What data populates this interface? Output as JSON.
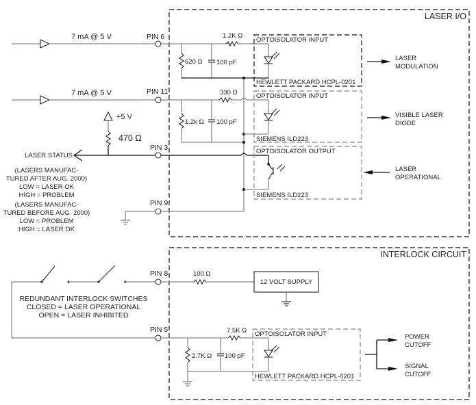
{
  "sections": {
    "laser_io": {
      "title": "LASER I/O"
    },
    "interlock": {
      "title": "INTERLOCK CIRCUIT"
    }
  },
  "inputs": [
    {
      "pin": "PIN 6",
      "signal": "7 mA @ 5 V"
    },
    {
      "pin": "PIN 11",
      "signal": "7 mA @ 5 V"
    }
  ],
  "pins": {
    "pin3": "PIN 3",
    "pin9": "PIN 9",
    "pin8": "PIN 8",
    "pin5": "PIN 5"
  },
  "laser_status": {
    "label": "LASER STATUS",
    "supply": "+5 V",
    "pullup": "470  Ω",
    "notes_after": [
      "(LASERS MANUFAC-",
      "TURED AFTER AUG. 2000)",
      "LOW = LASER OK",
      "HIGH = PROBLEM"
    ],
    "notes_before": [
      "(LASERS MANUFAC-",
      "TURED BEFORE AUG. 2000)",
      "LOW = PROBLEM",
      "HIGH = LASER OK"
    ]
  },
  "components": {
    "r_pin6_series": "1.2K Ω",
    "r_pin6_shunt": "620 Ω",
    "c_pin6": "100 pF",
    "r_pin11_series": "330 Ω",
    "r_pin11_shunt": "1.2k Ω",
    "c_pin11": "100 pF",
    "r_pin8": "100 Ω",
    "r_pin5_series": "7.5K Ω",
    "r_pin5_shunt": "2.7K Ω",
    "c_pin5": "100 pF"
  },
  "optoisolators": [
    {
      "title": "OPTOISOLATOR INPUT",
      "part": "HEWLETT PACKARD HCPL-0201",
      "output": [
        "LASER",
        "MODULATION"
      ]
    },
    {
      "title": "OPTOISOLATOR INPUT",
      "part": "SIEMENS ILD223",
      "output": [
        "VISIBLE LASER",
        "DIODE"
      ]
    },
    {
      "title": "OPTOISOLATOR OUTPUT",
      "part": "SIEMENS ILD223",
      "output": [
        "LASER",
        "OPERATIONAL"
      ]
    },
    {
      "title": "OPTOISOLATOR INPUT",
      "part": "HEWLETT PACKARD HCPL-0201",
      "output": []
    }
  ],
  "interlock": {
    "switches_note": [
      "REDUNDANT INTERLOCK SWITCHES",
      "CLOSED = LASER OPERATIONAL",
      "OPEN = LASER INHIBITED"
    ],
    "supply": "12 VOLT SUPPLY",
    "outputs": [
      [
        "POWER",
        "CUTOFF"
      ],
      [
        "SIGNAL",
        "CUTOFF"
      ]
    ]
  }
}
